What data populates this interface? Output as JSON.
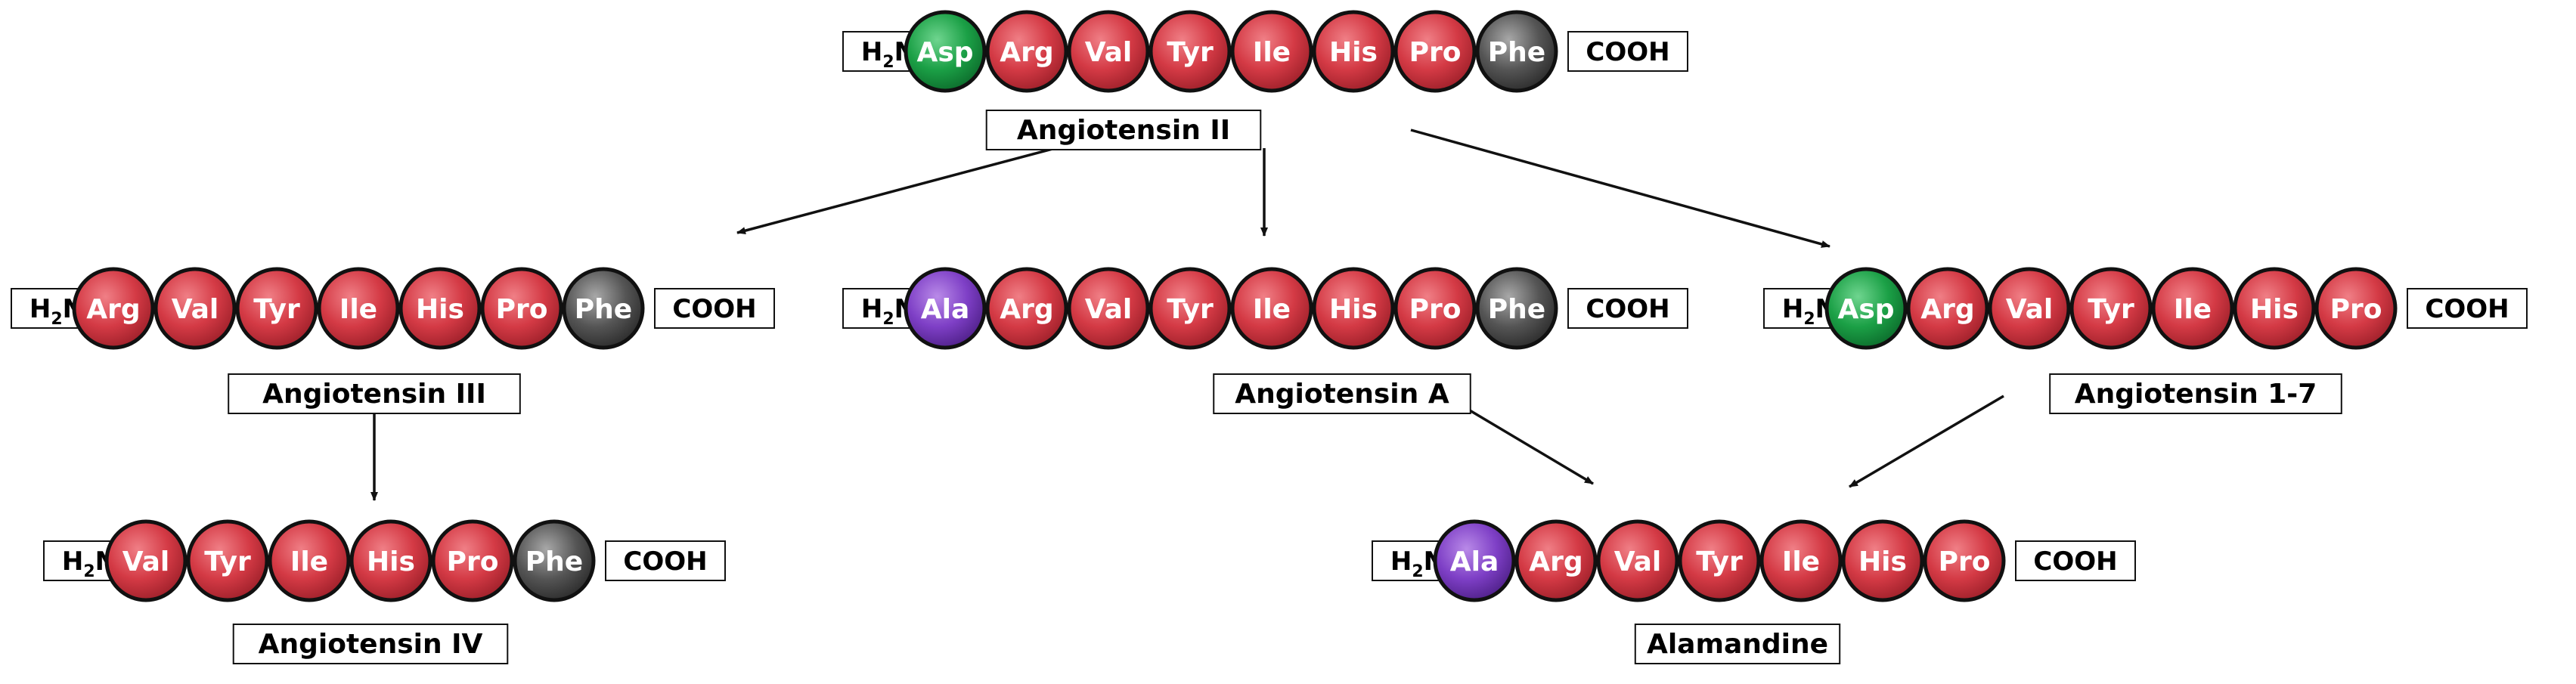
{
  "colors": {
    "red": "#d43a45",
    "green": "#1ba046",
    "grey": "#555555",
    "purple": "#7e3fc6",
    "outline": "#111111"
  },
  "terminals": {
    "amine_main": "H",
    "amine_sub": "2",
    "amine_tail": "N",
    "carboxyl": "COOH"
  },
  "peptides": [
    {
      "id": "ang-ii",
      "name": "Angiotensin II",
      "residues": [
        {
          "code": "Asp",
          "color": "green"
        },
        {
          "code": "Arg",
          "color": "red"
        },
        {
          "code": "Val",
          "color": "red"
        },
        {
          "code": "Tyr",
          "color": "red"
        },
        {
          "code": "Ile",
          "color": "red"
        },
        {
          "code": "His",
          "color": "red"
        },
        {
          "code": "Pro",
          "color": "red"
        },
        {
          "code": "Phe",
          "color": "grey"
        }
      ]
    },
    {
      "id": "ang-iii",
      "name": "Angiotensin III",
      "residues": [
        {
          "code": "Arg",
          "color": "red"
        },
        {
          "code": "Val",
          "color": "red"
        },
        {
          "code": "Tyr",
          "color": "red"
        },
        {
          "code": "Ile",
          "color": "red"
        },
        {
          "code": "His",
          "color": "red"
        },
        {
          "code": "Pro",
          "color": "red"
        },
        {
          "code": "Phe",
          "color": "grey"
        }
      ]
    },
    {
      "id": "ang-a",
      "name": "Angiotensin A",
      "residues": [
        {
          "code": "Ala",
          "color": "purple"
        },
        {
          "code": "Arg",
          "color": "red"
        },
        {
          "code": "Val",
          "color": "red"
        },
        {
          "code": "Tyr",
          "color": "red"
        },
        {
          "code": "Ile",
          "color": "red"
        },
        {
          "code": "His",
          "color": "red"
        },
        {
          "code": "Pro",
          "color": "red"
        },
        {
          "code": "Phe",
          "color": "grey"
        }
      ]
    },
    {
      "id": "ang-1-7",
      "name": "Angiotensin 1-7",
      "residues": [
        {
          "code": "Asp",
          "color": "green"
        },
        {
          "code": "Arg",
          "color": "red"
        },
        {
          "code": "Val",
          "color": "red"
        },
        {
          "code": "Tyr",
          "color": "red"
        },
        {
          "code": "Ile",
          "color": "red"
        },
        {
          "code": "His",
          "color": "red"
        },
        {
          "code": "Pro",
          "color": "red"
        }
      ]
    },
    {
      "id": "ang-iv",
      "name": "Angiotensin IV",
      "residues": [
        {
          "code": "Val",
          "color": "red"
        },
        {
          "code": "Tyr",
          "color": "red"
        },
        {
          "code": "Ile",
          "color": "red"
        },
        {
          "code": "His",
          "color": "red"
        },
        {
          "code": "Pro",
          "color": "red"
        },
        {
          "code": "Phe",
          "color": "grey"
        }
      ]
    },
    {
      "id": "alamandine",
      "name": "Alamandine",
      "residues": [
        {
          "code": "Ala",
          "color": "purple"
        },
        {
          "code": "Arg",
          "color": "red"
        },
        {
          "code": "Val",
          "color": "red"
        },
        {
          "code": "Tyr",
          "color": "red"
        },
        {
          "code": "Ile",
          "color": "red"
        },
        {
          "code": "His",
          "color": "red"
        },
        {
          "code": "Pro",
          "color": "red"
        }
      ]
    }
  ],
  "conversions": [
    {
      "from": "ang-ii",
      "to": "ang-iii"
    },
    {
      "from": "ang-ii",
      "to": "ang-a"
    },
    {
      "from": "ang-ii",
      "to": "ang-1-7"
    },
    {
      "from": "ang-iii",
      "to": "ang-iv"
    },
    {
      "from": "ang-a",
      "to": "alamandine"
    },
    {
      "from": "ang-1-7",
      "to": "alamandine"
    }
  ]
}
